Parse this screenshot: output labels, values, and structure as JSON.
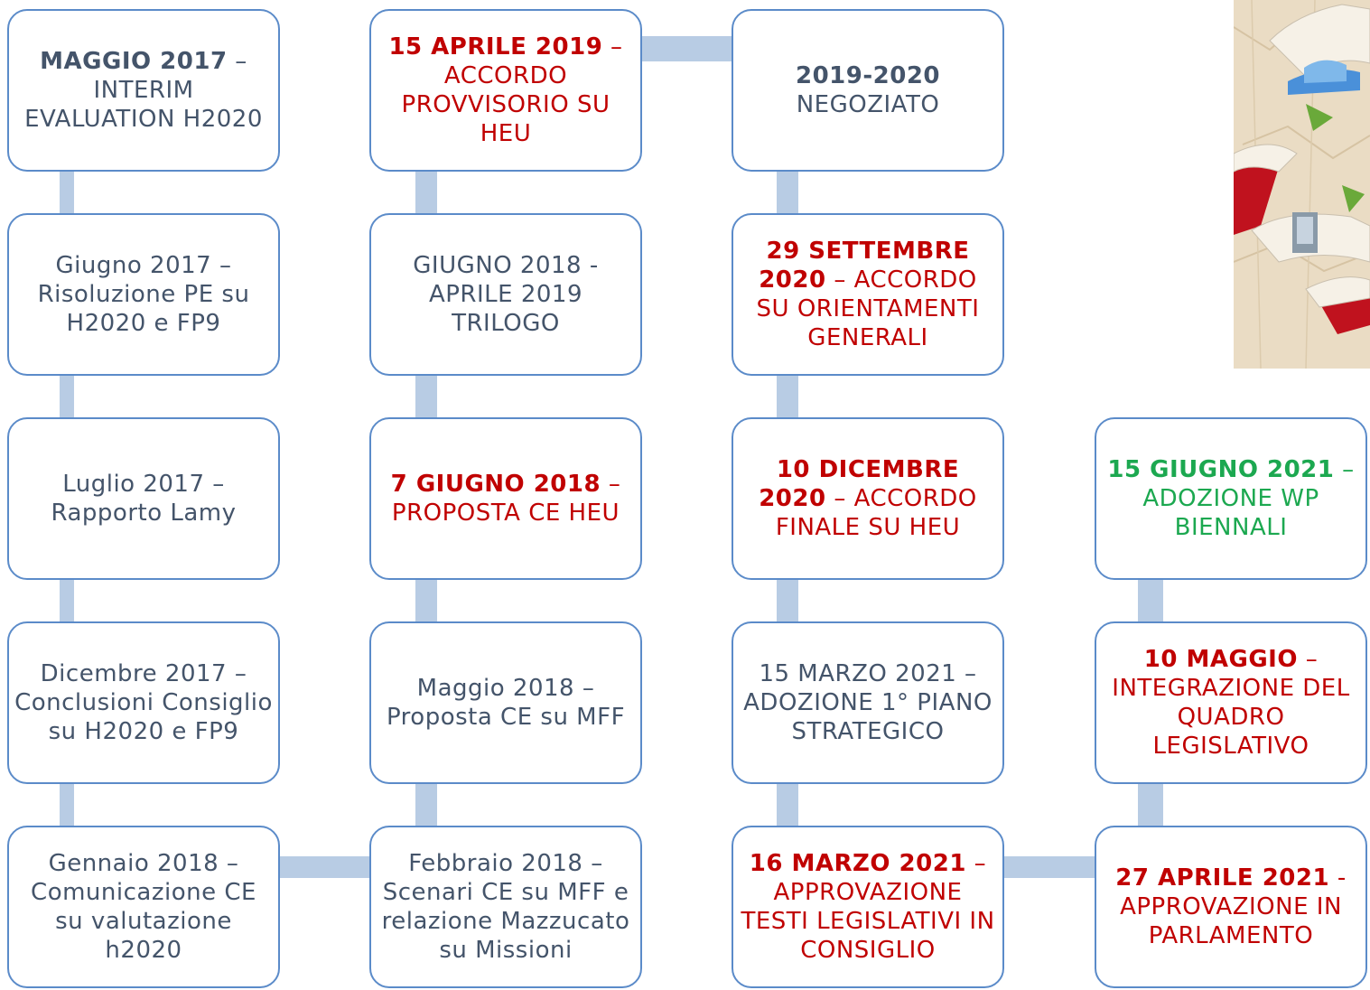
{
  "boxes": {
    "b1": {
      "bold": "MAGGIO 2017",
      "rest": " – INTERIM EVALUATION H2020"
    },
    "b2": {
      "text": "Giugno 2017 – Risoluzione PE su H2020 e FP9"
    },
    "b3": {
      "text": "Luglio 2017 – Rapporto Lamy"
    },
    "b4": {
      "text": "Dicembre 2017 – Conclusioni Consiglio su H2020 e FP9"
    },
    "b5": {
      "text": "Gennaio 2018 – Comunicazione CE su valutazione h2020"
    },
    "b6": {
      "text": "Febbraio 2018 – Scenari CE su MFF e  relazione Mazzucato su Missioni"
    },
    "b7": {
      "text": "Maggio 2018 – Proposta CE su MFF"
    },
    "b8": {
      "bold": "7 GIUGNO 2018",
      "rest": " – PROPOSTA  CE HEU"
    },
    "b9": {
      "text": "GIUGNO 2018 - APRILE 2019 TRILOGO"
    },
    "b10": {
      "bold": "15 APRILE 2019",
      "rest": " – ACCORDO PROVVISORIO SU HEU"
    },
    "b11": {
      "bold": "2019-2020",
      "rest": " NEGOZIATO"
    },
    "b12": {
      "bold": "29 SETTEMBRE 2020",
      "rest": " – ACCORDO SU ORIENTAMENTI GENERALI"
    },
    "b13": {
      "bold": "10 DICEMBRE 2020",
      "rest": " – ACCORDO FINALE SU HEU"
    },
    "b14": {
      "text": "15 MARZO 2021 – ADOZIONE 1° PIANO STRATEGICO"
    },
    "b15": {
      "bold": "16 MARZO 2021",
      "rest": " – APPROVAZIONE TESTI LEGISLATIVI IN CONSIGLIO"
    },
    "b16": {
      "bold": "27 APRILE 2021",
      "rest": " - APPROVAZIONE IN PARLAMENTO"
    },
    "b17": {
      "bold": "10 MAGGIO",
      "rest": " – INTEGRAZIONE DEL QUADRO LEGISLATIVO"
    },
    "b18": {
      "bold": "15 GIUGNO 2021",
      "rest": " – ADOZIONE WP BIENNALI"
    }
  },
  "colors": {
    "dark": "#44546a",
    "red": "#c00000",
    "green": "#1ca850",
    "border": "#5b8bc9",
    "connector": "#b8cce4"
  },
  "icons": [
    "decorative-map-image"
  ]
}
